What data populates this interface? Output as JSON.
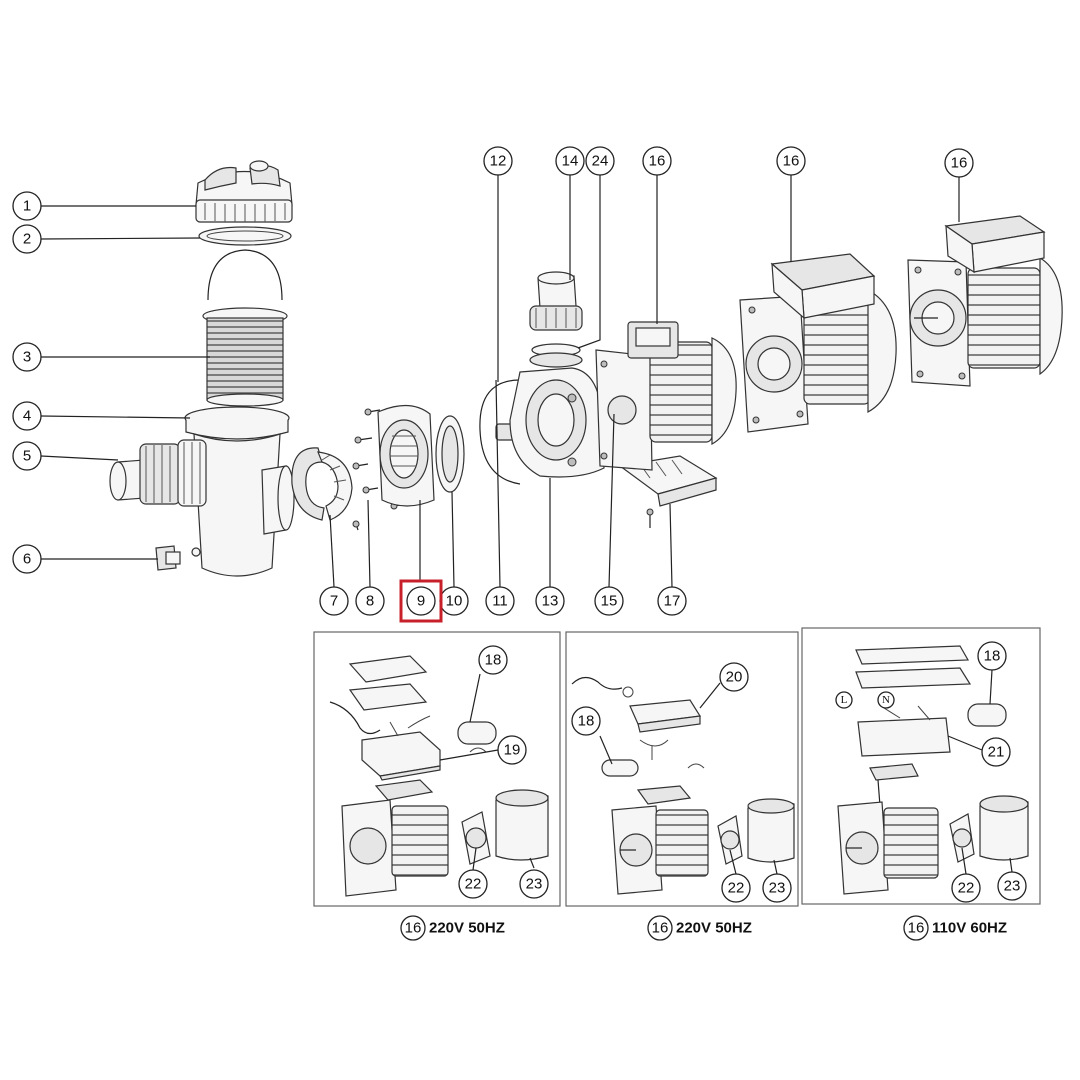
{
  "diagram": {
    "highlight_color": "#c8202a",
    "highlighted_part": "9",
    "callouts": [
      {
        "label": "1"
      },
      {
        "label": "2"
      },
      {
        "label": "3"
      },
      {
        "label": "4"
      },
      {
        "label": "5"
      },
      {
        "label": "6"
      },
      {
        "label": "7"
      },
      {
        "label": "8"
      },
      {
        "label": "9"
      },
      {
        "label": "10"
      },
      {
        "label": "11"
      },
      {
        "label": "13"
      },
      {
        "label": "15"
      },
      {
        "label": "17"
      },
      {
        "label": "12"
      },
      {
        "label": "14"
      },
      {
        "label": "24"
      },
      {
        "label": "16"
      },
      {
        "label": "16"
      },
      {
        "label": "16"
      },
      {
        "label": "18"
      },
      {
        "label": "19"
      },
      {
        "label": "22"
      },
      {
        "label": "23"
      },
      {
        "label": "20"
      },
      {
        "label": "18"
      },
      {
        "label": "22"
      },
      {
        "label": "23"
      },
      {
        "label": "18"
      },
      {
        "label": "21"
      },
      {
        "label": "22"
      },
      {
        "label": "23"
      }
    ],
    "wire_labels": [
      "L",
      "N"
    ],
    "variants": [
      {
        "part": "16",
        "spec": "220V 50HZ"
      },
      {
        "part": "16",
        "spec": "220V 50HZ"
      },
      {
        "part": "16",
        "spec": "110V 60HZ"
      }
    ]
  }
}
